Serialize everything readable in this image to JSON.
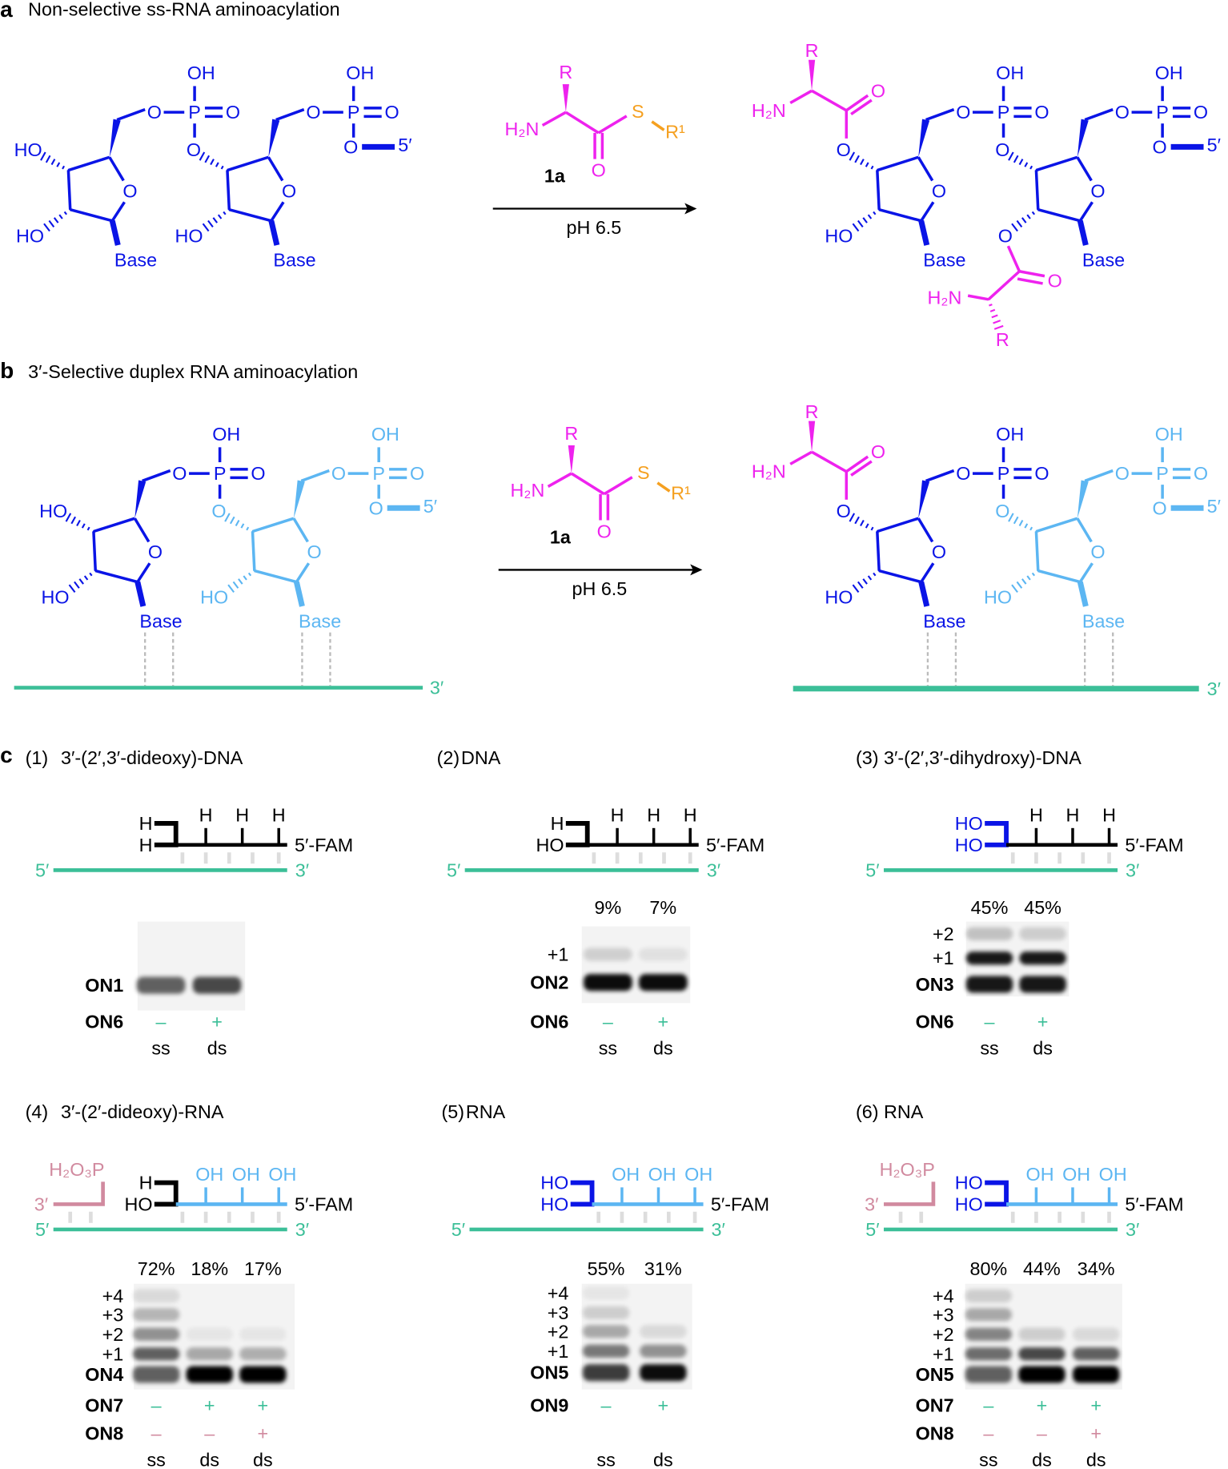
{
  "colors": {
    "blue": "#0a14e6",
    "light_blue": "#5cb6f2",
    "magenta": "#ee22ee",
    "orange": "#f5a020",
    "teal": "#3cbf98",
    "pink": "#d18a9f",
    "grey": "#c8c8c8"
  },
  "chem": {
    "HO": "HO",
    "O": "O",
    "P": "P",
    "OH": "OH",
    "base": "Base",
    "p5": "5′",
    "p3": "3′",
    "H2N": "H₂N",
    "R": "R",
    "S": "S",
    "R1": "R¹",
    "H": "H"
  },
  "panel_a": {
    "letter": "a",
    "title": "Non-selective ss-RNA aminoacylation",
    "reagent": "1a",
    "condition": "pH 6.5"
  },
  "panel_b": {
    "letter": "b",
    "title": "3′-Selective duplex RNA aminoacylation",
    "reagent": "1a",
    "condition": "pH 6.5"
  },
  "panel_c": {
    "letter": "c",
    "subpanels": [
      {
        "num": "(1)",
        "title": "3′-(2′,3′-dideoxy)-DNA",
        "strand": {
          "end": [
            "H",
            "H"
          ],
          "subs": [
            "H",
            "H",
            "H"
          ],
          "fam": "5′-FAM",
          "c5": "5′",
          "c3": "3′"
        },
        "gel": {
          "band_labels": [
            "ON1"
          ],
          "lanes": [
            {
              "pct": null,
              "bands": [
                0.6
              ]
            },
            {
              "pct": null,
              "bands": [
                0.7
              ]
            }
          ],
          "rows": [
            {
              "label": "ON6",
              "marks": [
                "–",
                "+"
              ],
              "color": "teal"
            }
          ],
          "types": [
            "ss",
            "ds"
          ]
        }
      },
      {
        "num": "(2)",
        "title": "DNA",
        "strand": {
          "end": [
            "H",
            "HO"
          ],
          "subs": [
            "H",
            "H",
            "H"
          ],
          "fam": "5′-FAM",
          "c5": "5′",
          "c3": "3′"
        },
        "gel": {
          "band_labels": [
            "ON2",
            "+1"
          ],
          "lanes": [
            {
              "pct": "9%",
              "bands": [
                0.95,
                0.14
              ]
            },
            {
              "pct": "7%",
              "bands": [
                0.95,
                0.07
              ]
            }
          ],
          "rows": [
            {
              "label": "ON6",
              "marks": [
                "–",
                "+"
              ],
              "color": "teal"
            }
          ],
          "types": [
            "ss",
            "ds"
          ]
        }
      },
      {
        "num": "(3)",
        "title": "3′-(2′,3′-dihydroxy)-DNA",
        "strand": {
          "end": [
            "HO",
            "HO"
          ],
          "subs": [
            "H",
            "H",
            "H"
          ],
          "fam": "5′-FAM",
          "c5": "5′",
          "c3": "3′"
        },
        "gel": {
          "band_labels": [
            "ON3",
            "+1",
            "+2"
          ],
          "lanes": [
            {
              "pct": "45%",
              "bands": [
                0.9,
                0.9,
                0.2
              ]
            },
            {
              "pct": "45%",
              "bands": [
                0.9,
                0.9,
                0.15
              ]
            }
          ],
          "rows": [
            {
              "label": "ON6",
              "marks": [
                "–",
                "+"
              ],
              "color": "teal"
            }
          ],
          "types": [
            "ss",
            "ds"
          ]
        }
      },
      {
        "num": "(4)",
        "title": "3′-(2′-dideoxy)-RNA",
        "strand": {
          "end": [
            "H",
            "HO"
          ],
          "subs": [
            "OH",
            "OH",
            "OH"
          ],
          "fam": "5′-FAM",
          "c5": "5′",
          "c3": "3′",
          "blocker": "H₂O₃P",
          "blocker_end": "3′"
        },
        "gel": {
          "band_labels": [
            "ON4",
            "+1",
            "+2",
            "+3",
            "+4"
          ],
          "lanes": [
            {
              "pct": "72%",
              "bands": [
                0.6,
                0.6,
                0.4,
                0.25,
                0.1
              ]
            },
            {
              "pct": "18%",
              "bands": [
                1.0,
                0.3,
                0.05,
                0,
                0
              ]
            },
            {
              "pct": "17%",
              "bands": [
                1.0,
                0.28,
                0.05,
                0,
                0
              ]
            }
          ],
          "rows": [
            {
              "label": "ON7",
              "marks": [
                "–",
                "+",
                "+"
              ],
              "color": "teal"
            },
            {
              "label": "ON8",
              "marks": [
                "–",
                "–",
                "+"
              ],
              "color": "pink"
            }
          ],
          "types": [
            "ss",
            "ds",
            "ds"
          ]
        }
      },
      {
        "num": "(5)",
        "title": "RNA",
        "strand": {
          "end": [
            "HO",
            "HO"
          ],
          "subs": [
            "OH",
            "OH",
            "OH"
          ],
          "fam": "5′-FAM",
          "c5": "5′",
          "c3": "3′"
        },
        "gel": {
          "band_labels": [
            "ON5",
            "+1",
            "+2",
            "+3",
            "+4"
          ],
          "lanes": [
            {
              "pct": "55%",
              "bands": [
                0.75,
                0.5,
                0.3,
                0.15,
                0.05
              ]
            },
            {
              "pct": "31%",
              "bands": [
                0.95,
                0.4,
                0.1,
                0,
                0
              ]
            }
          ],
          "rows": [
            {
              "label": "ON9",
              "marks": [
                "–",
                "+"
              ],
              "color": "teal"
            }
          ],
          "types": [
            "ss",
            "ds"
          ]
        }
      },
      {
        "num": "(6)",
        "title": "RNA",
        "strand": {
          "end": [
            "HO",
            "HO"
          ],
          "subs": [
            "OH",
            "OH",
            "OH"
          ],
          "fam": "5′-FAM",
          "c5": "5′",
          "c3": "3′",
          "blocker": "H₂O₃P",
          "blocker_end": "3′"
        },
        "gel": {
          "band_labels": [
            "ON5",
            "+1",
            "+2",
            "+3",
            "+4"
          ],
          "lanes": [
            {
              "pct": "80%",
              "bands": [
                0.6,
                0.55,
                0.45,
                0.3,
                0.15
              ]
            },
            {
              "pct": "44%",
              "bands": [
                1.0,
                0.7,
                0.15,
                0,
                0
              ]
            },
            {
              "pct": "34%",
              "bands": [
                1.0,
                0.6,
                0.1,
                0,
                0
              ]
            }
          ],
          "rows": [
            {
              "label": "ON7",
              "marks": [
                "–",
                "+",
                "+"
              ],
              "color": "teal"
            },
            {
              "label": "ON8",
              "marks": [
                "–",
                "–",
                "+"
              ],
              "color": "pink"
            }
          ],
          "types": [
            "ss",
            "ds",
            "ds"
          ]
        }
      }
    ]
  }
}
